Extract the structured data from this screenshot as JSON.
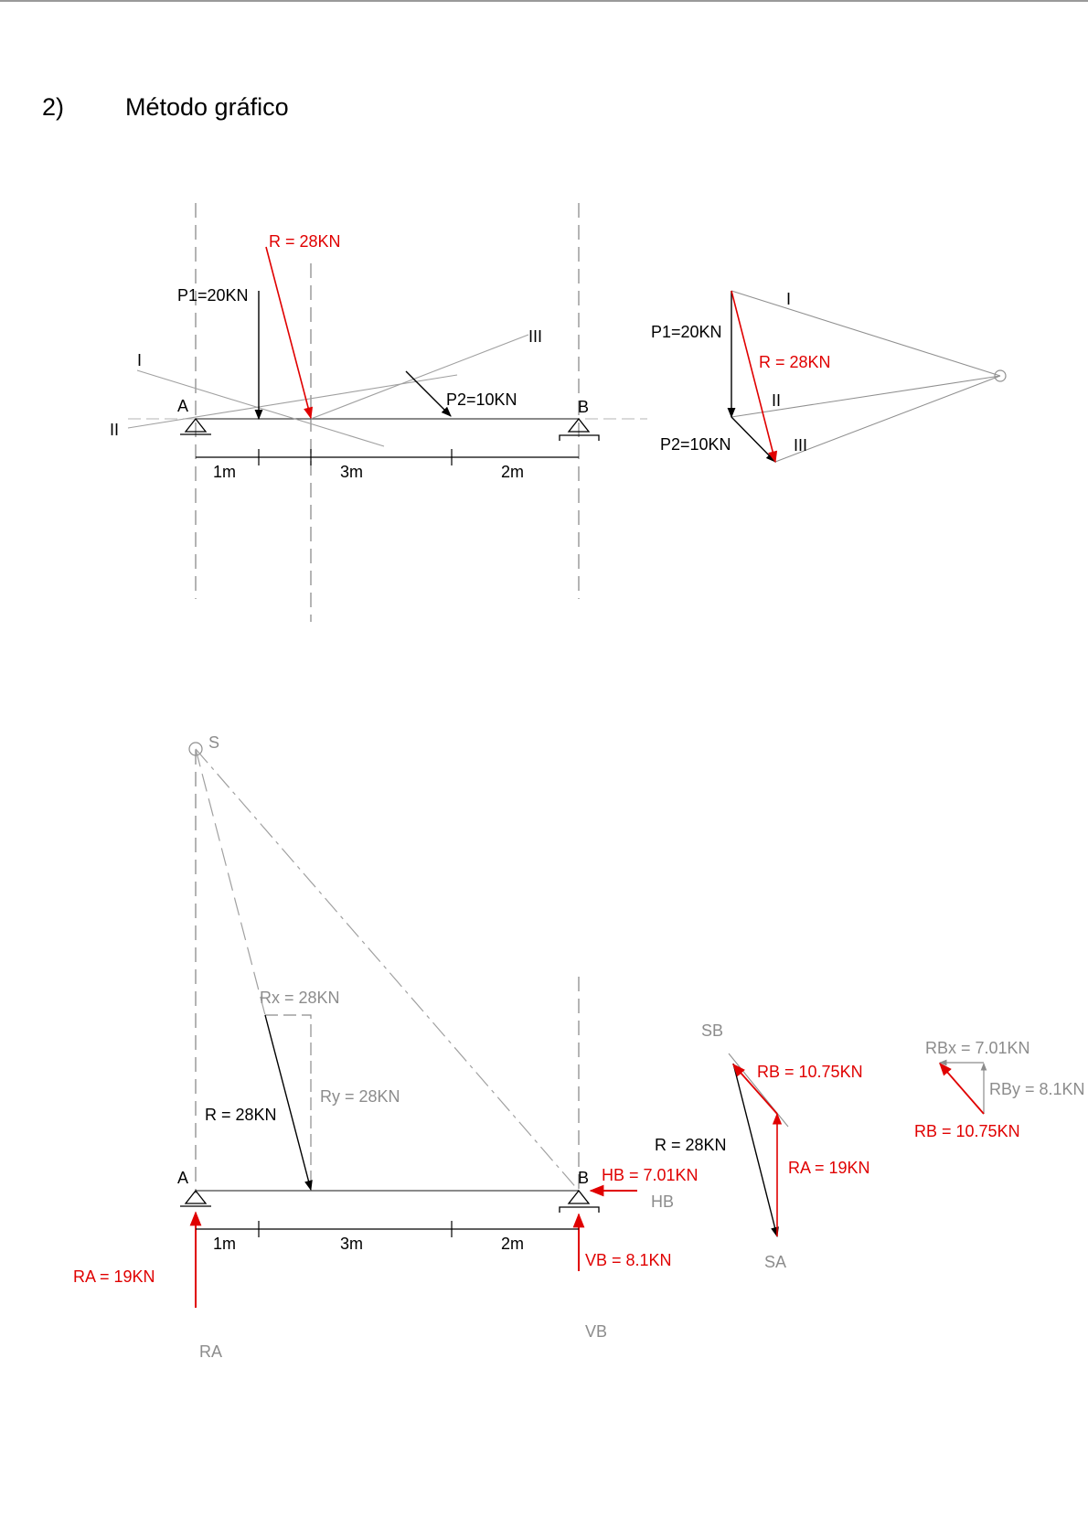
{
  "heading": {
    "number": "2)",
    "title": "Método gráfico"
  },
  "colors": {
    "black": "#000000",
    "red": "#e00000",
    "gray": "#8c8c8c",
    "light": "#b4b4b4"
  },
  "top": {
    "labels": {
      "R": "R = 28KN",
      "P1": "P1=20KN",
      "P2": "P2=10KN",
      "ray1": "I",
      "ray2": "II",
      "ray3": "III",
      "A": "A",
      "B": "B",
      "d1": "1m",
      "d2": "3m",
      "d3": "2m"
    },
    "polygon": {
      "P1": "P1=20KN",
      "R": "R = 28KN",
      "P2": "P2=10KN",
      "ray1": "I",
      "ray2": "II",
      "ray3": "III"
    }
  },
  "bottom": {
    "labels": {
      "S": "S",
      "Rx": "Rx = 28KN",
      "Ry": "Ry = 28KN",
      "R": "R = 28KN",
      "A": "A",
      "B": "B",
      "HB_val": "HB = 7.01KN",
      "HB": "HB",
      "d1": "1m",
      "d2": "3m",
      "d3": "2m",
      "RA_val": "RA = 19KN",
      "VB_val": "VB = 8.1KN",
      "RA": "RA",
      "VB": "VB"
    },
    "polygon": {
      "SB": "SB",
      "RB": "RB = 10.75KN",
      "R": "R = 28KN",
      "RA": "RA = 19KN",
      "SA": "SA"
    },
    "components": {
      "RBx": "RBx = 7.01KN",
      "RBy": "RBy = 8.1KN",
      "RB": "RB = 10.75KN"
    }
  }
}
